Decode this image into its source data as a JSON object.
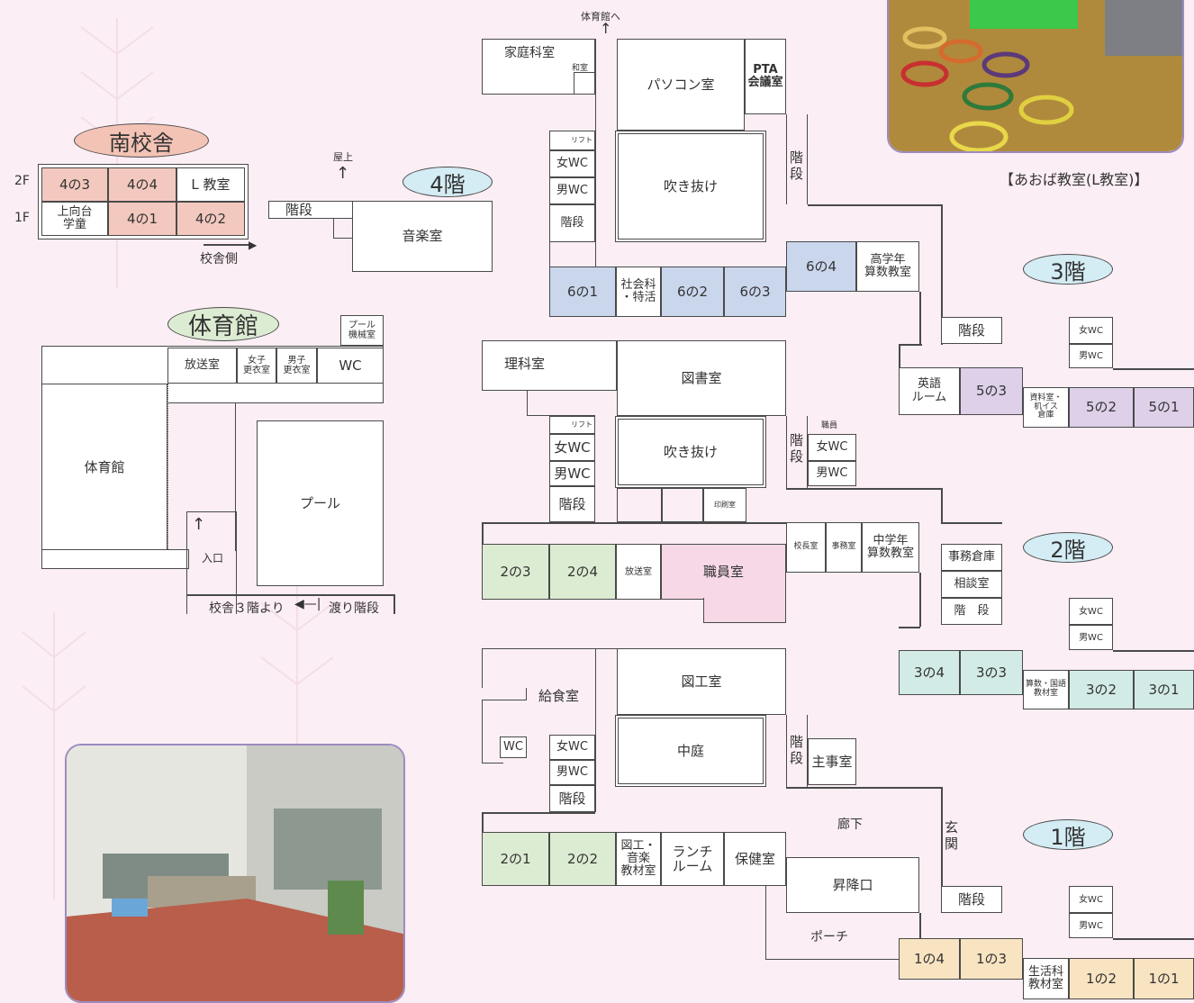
{
  "legend": {
    "title": "南校舎",
    "row_2f": "2F",
    "row_1f": "1F",
    "c_403": "4の3",
    "c_404": "4の4",
    "c_l": "L 教室",
    "c_kamimuko": "上向台\n学童",
    "c_401": "4の1",
    "c_402": "4の2",
    "direction": "校舎側"
  },
  "floor4": {
    "badge": "4階",
    "roof": "屋上",
    "stairs": "階段",
    "music": "音楽室"
  },
  "gym": {
    "title": "体育館",
    "pool_machine": "プール\n機械室",
    "broadcast": "放送室",
    "girls": "女子\n更衣室",
    "boys": "男子\n更衣室",
    "wc": "WC",
    "gym": "体育館",
    "pool": "プール",
    "entrance": "入口",
    "from3f": "校舎３階より",
    "bridge": "渡り階段"
  },
  "top": {
    "to_gym": "体育館へ",
    "home_ec": "家庭科室",
    "washitsu": "和室",
    "pc": "パソコン室",
    "pta": "PTA\n会議室",
    "lift": "リフト",
    "wwc": "女WC",
    "mwc": "男WC",
    "stairs": "階段",
    "atrium": "吹き抜け",
    "stairs_v": "階\n段",
    "c601": "6の1",
    "social": "社会科\n・特活",
    "c602": "6の2",
    "c603": "6の3",
    "c604": "6の4",
    "upper_math": "高学年\n算数教室"
  },
  "floor3": {
    "badge": "3階",
    "stairs": "階段",
    "wwc": "女WC",
    "mwc": "男WC",
    "english": "英語\nルーム",
    "c503": "5の3",
    "storage": "資料室・\n机イス\n倉庫",
    "c502": "5の2",
    "c501": "5の1",
    "science": "理科室",
    "library": "図書室",
    "lift": "リフト",
    "atrium": "吹き抜け",
    "stairs_v": "階\n段",
    "staff": "職員",
    "wwc2": "女WC",
    "mwc2": "男WC",
    "wwc3": "女WC",
    "mwc3": "男WC",
    "stairs2": "階段",
    "print": "印刷室"
  },
  "floor2": {
    "badge": "2階",
    "c203": "2の3",
    "c204": "2の4",
    "broadcast": "放送室",
    "staff_room": "職員室",
    "principal": "校長室",
    "office": "事務室",
    "mid_math": "中学年\n算数教室",
    "office_store": "事務倉庫",
    "consult": "相談室",
    "stairs": "階　段",
    "wwc": "女WC",
    "mwc": "男WC",
    "c304": "3の4",
    "c303": "3の3",
    "material": "算数・国語\n教材室",
    "c302": "3の2",
    "c301": "3の1"
  },
  "floor1": {
    "badge": "1階",
    "kitchen": "給食室",
    "art": "図工室",
    "wc": "WC",
    "wwc": "女WC",
    "mwc": "男WC",
    "stairs": "階段",
    "courtyard": "中庭",
    "stairs_v": "階\n段",
    "custodian": "主事室",
    "corridor": "廊下",
    "entry": "玄\n関",
    "c201": "2の1",
    "c202": "2の2",
    "art_music": "図工・\n音楽\n教材室",
    "lunch": "ランチ\nルーム",
    "health": "保健室",
    "shoe": "昇降口",
    "stairs2": "階段",
    "wwc2": "女WC",
    "mwc2": "男WC",
    "porch": "ポーチ",
    "c104": "1の4",
    "c103": "1の3",
    "life": "生活科\n教材室",
    "c102": "1の2",
    "c101": "1の1"
  },
  "caption": "【あおば教室(L教室)】",
  "colors": {
    "bg": "#fbeef4",
    "g4": "#f3c9bf",
    "g6": "#c9d6ec",
    "g5": "#ddd0e8",
    "g2": "#dcecd2",
    "g3": "#d2ebe6",
    "g1": "#f9e4c2"
  }
}
